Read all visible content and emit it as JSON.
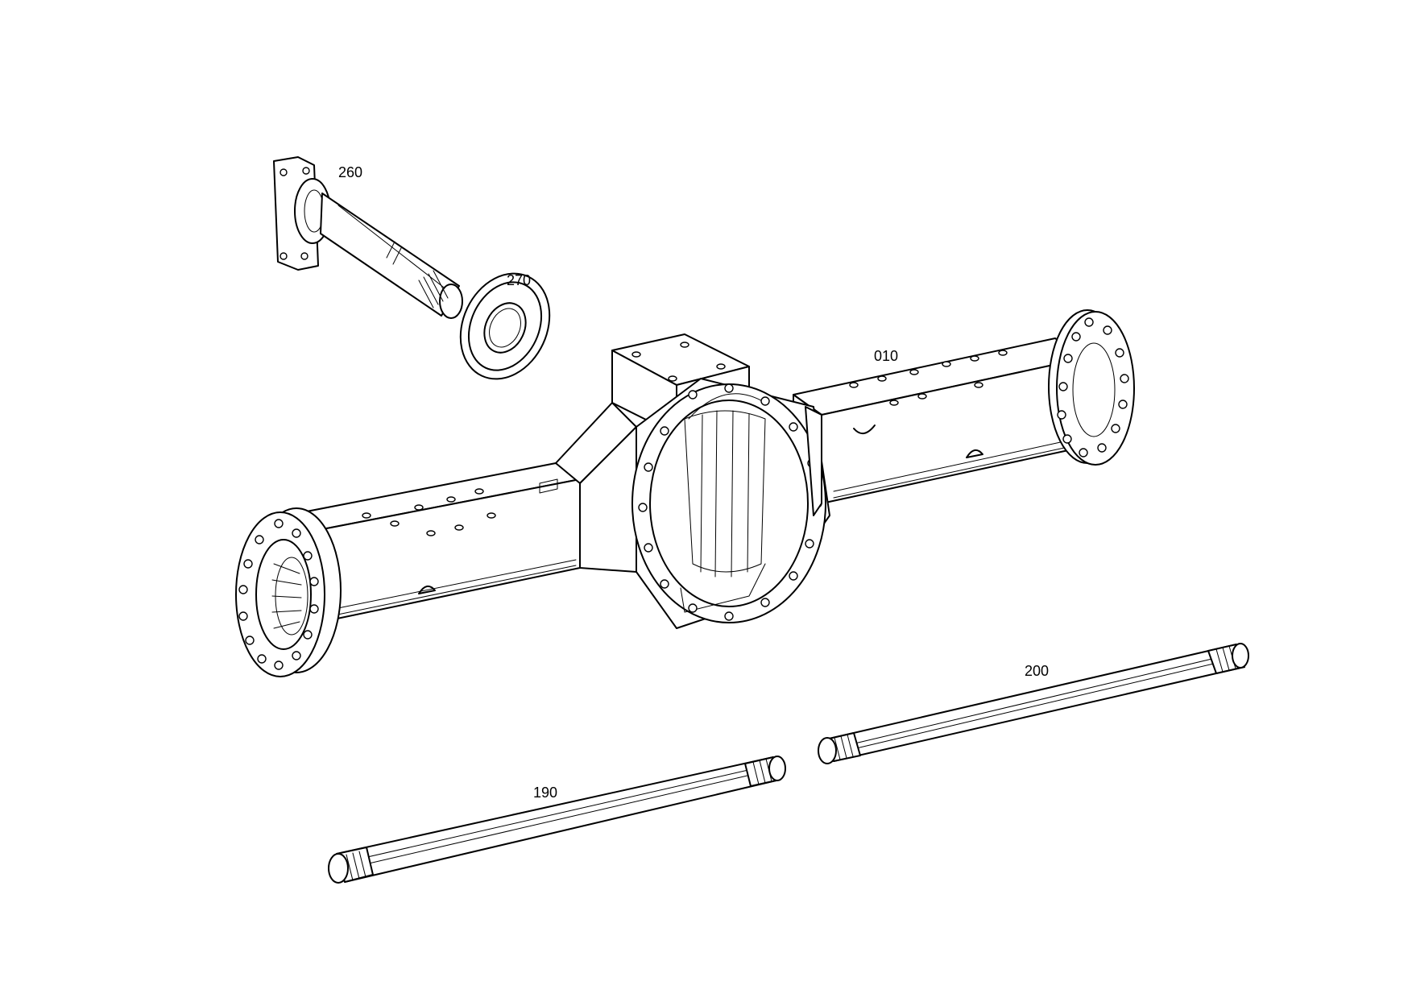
{
  "diagram": {
    "callouts": [
      {
        "id": "housing",
        "label": "010"
      },
      {
        "id": "shaft-left",
        "label": "190"
      },
      {
        "id": "shaft-right",
        "label": "200"
      },
      {
        "id": "input-flange",
        "label": "260"
      },
      {
        "id": "seal-ring",
        "label": "270"
      }
    ]
  }
}
